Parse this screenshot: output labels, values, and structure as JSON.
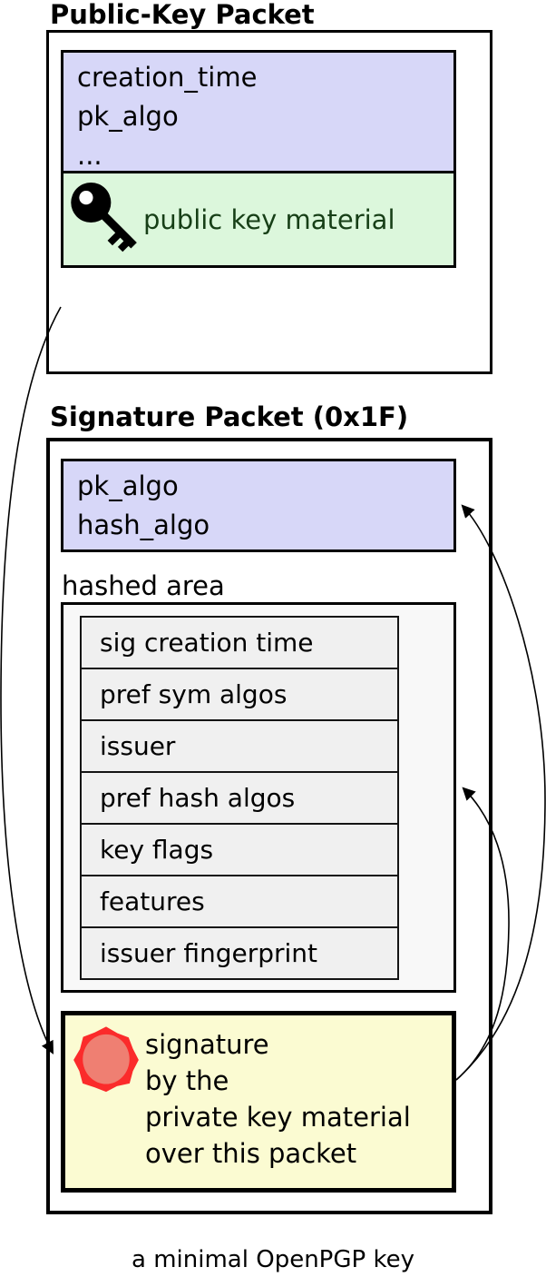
{
  "public_key_packet": {
    "title": "Public-Key Packet",
    "header_fields": [
      "creation_time",
      "pk_algo",
      "..."
    ],
    "material_label": "public key material",
    "material_icon": "key-icon"
  },
  "signature_packet": {
    "title": "Signature Packet (0x1F)",
    "header_fields": [
      "pk_algo",
      "hash_algo"
    ],
    "hashed_area": {
      "label": "hashed area",
      "subpackets": [
        "sig creation time",
        "pref sym algos",
        "issuer",
        "pref hash algos",
        "key flags",
        "features",
        "issuer fingerprint"
      ]
    },
    "signature": {
      "icon": "wax-seal-icon",
      "lines": [
        "signature",
        "by the",
        "private key material",
        "over this packet"
      ]
    }
  },
  "caption": "a minimal OpenPGP key",
  "colors": {
    "field_fill": "#d7d7f8",
    "material_fill": "#dcf7dc",
    "material_text": "#173f17",
    "hashed_fill": "#f8f8f8",
    "subpacket_fill": "#f0f0f0",
    "signature_fill": "#fbfbd2",
    "seal_outer": "#fb2b2b",
    "seal_inner": "#ef7f72",
    "border": "#000000"
  }
}
